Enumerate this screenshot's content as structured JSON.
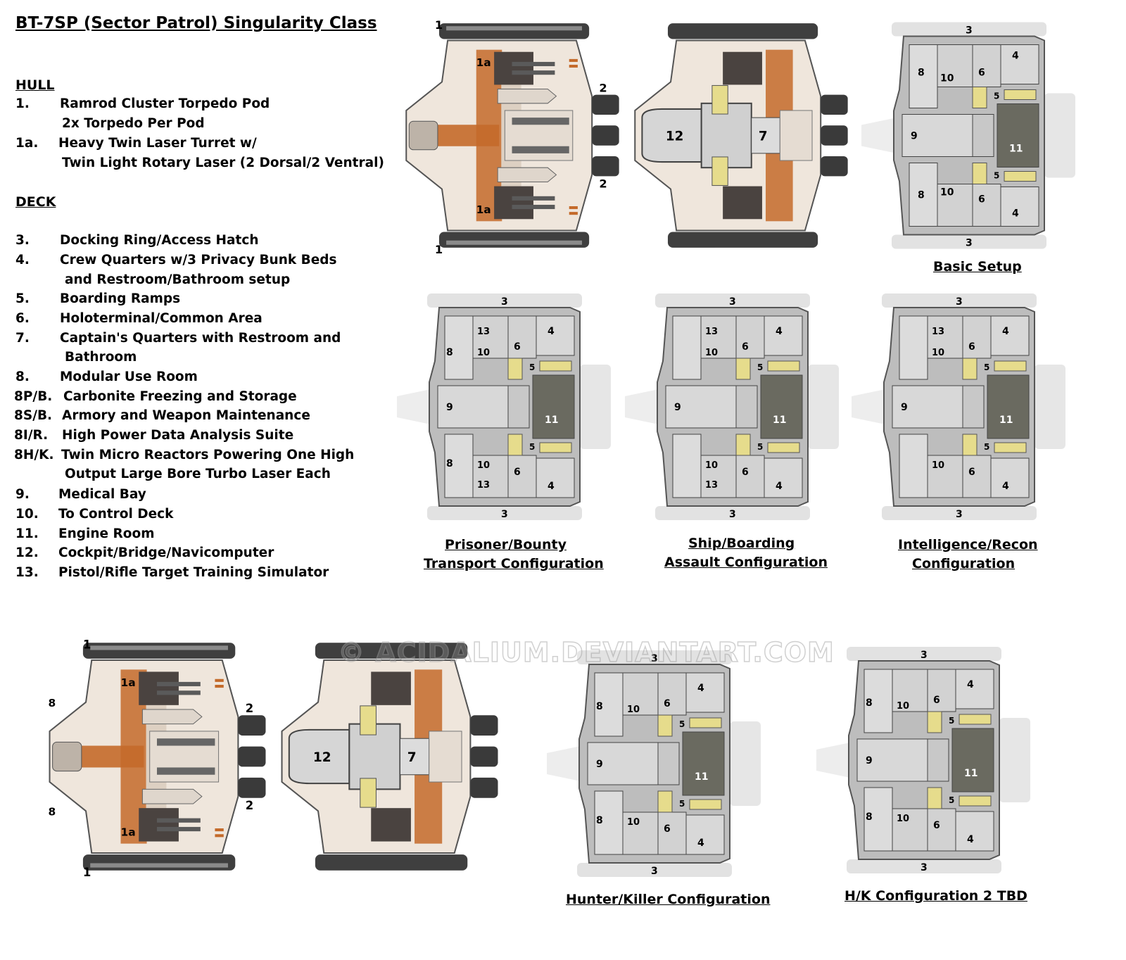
{
  "title": "BT-7SP (Sector Patrol) Singularity Class",
  "legend": {
    "hull_heading": "HULL",
    "hull_items": [
      {
        "num": "1.",
        "text": "Ramrod Cluster Torpedo Pod",
        "cont": "2x Torpedo Per Pod"
      },
      {
        "num": "1a.",
        "text": "Heavy Twin Laser Turret w/",
        "cont": "Twin Light Rotary Laser (2 Dorsal/2 Ventral)"
      }
    ],
    "deck_heading": "DECK",
    "deck_items": [
      {
        "num": "3.",
        "text": "Docking Ring/Access Hatch"
      },
      {
        "num": "4.",
        "text": "Crew Quarters w/3 Privacy Bunk Beds",
        "cont": "and Restroom/Bathroom setup"
      },
      {
        "num": "5.",
        "text": "Boarding Ramps"
      },
      {
        "num": "6.",
        "text": "Holoterminal/Common Area"
      },
      {
        "num": "7.",
        "text": "Captain's Quarters with Restroom and",
        "cont": "Bathroom"
      },
      {
        "num": "8.",
        "text": "Modular Use Room"
      },
      {
        "num": "8P/B.",
        "text": "Carbonite Freezing and Storage"
      },
      {
        "num": "8S/B.",
        "text": "Armory and Weapon Maintenance"
      },
      {
        "num": "8I/R.",
        "text": "High Power Data Analysis Suite"
      },
      {
        "num": "8H/K.",
        "text": "Twin Micro Reactors Powering One High",
        "cont": "Output Large Bore Turbo Laser Each"
      },
      {
        "num": "9.",
        "text": "Medical Bay"
      },
      {
        "num": "10.",
        "text": "To Control Deck"
      },
      {
        "num": "11.",
        "text": "Engine Room"
      },
      {
        "num": "12.",
        "text": "Cockpit/Bridge/Navicomputer"
      },
      {
        "num": "13.",
        "text": "Pistol/Rifle Target Training Simulator"
      }
    ]
  },
  "captions": {
    "basic": "Basic Setup",
    "prisoner_1": "Prisoner/Bounty",
    "prisoner_2": "Transport Configuration",
    "boarding_1": "Ship/Boarding",
    "boarding_2": "Assault Configuration",
    "intel_1": "Intelligence/Recon",
    "intel_2": "Configuration",
    "hk": "Hunter/Killer Configuration",
    "hk2": "H/K Configuration 2 TBD"
  },
  "plan_labels": {
    "pod": "1",
    "turret": "1a",
    "engine": "2",
    "dock": "3",
    "quarters": "4",
    "ramp": "5",
    "common": "6",
    "captain": "7",
    "modular": "8",
    "medbay": "9",
    "control": "10",
    "engine_room": "11",
    "cockpit": "12",
    "training": "13"
  },
  "watermark": "© ACIDALIUM.DEVIANTART.COM",
  "colors": {
    "hull": "#efe6dc",
    "orange": "#c46a2a",
    "dark": "#4b4b4b",
    "deck": "#cfcfcf",
    "room": "#dcdcdc",
    "ramp": "#e6dc8c",
    "ghost": "#e2e2e2"
  }
}
